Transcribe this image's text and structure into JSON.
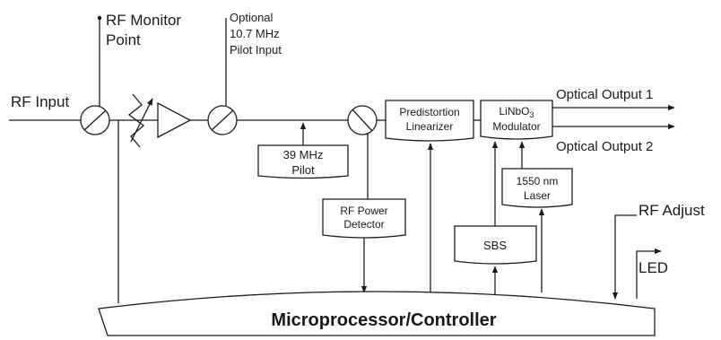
{
  "labels": {
    "rf_input": "RF Input",
    "rf_monitor_line1": "RF Monitor",
    "rf_monitor_line2": "Point",
    "optional_line1": "Optional",
    "optional_line2": "10.7 MHz",
    "optional_line3": "Pilot Input",
    "pilot_line1": "39 MHz",
    "pilot_line2": "Pilot",
    "rf_power_line1": "RF Power",
    "rf_power_line2": "Detector",
    "predistortion_line1": "Predistortion",
    "predistortion_line2": "Linearizer",
    "modulator_prefix": "LiNbO",
    "modulator_sub": "3",
    "modulator_line2": "Modulator",
    "optical_output_1": "Optical Output 1",
    "optical_output_2": "Optical Output 2",
    "laser_line1": "1550 nm",
    "laser_line2": "Laser",
    "sbs": "SBS",
    "rf_adjust": "RF Adjust",
    "led": "LED",
    "controller": "Microprocessor/Controller"
  }
}
